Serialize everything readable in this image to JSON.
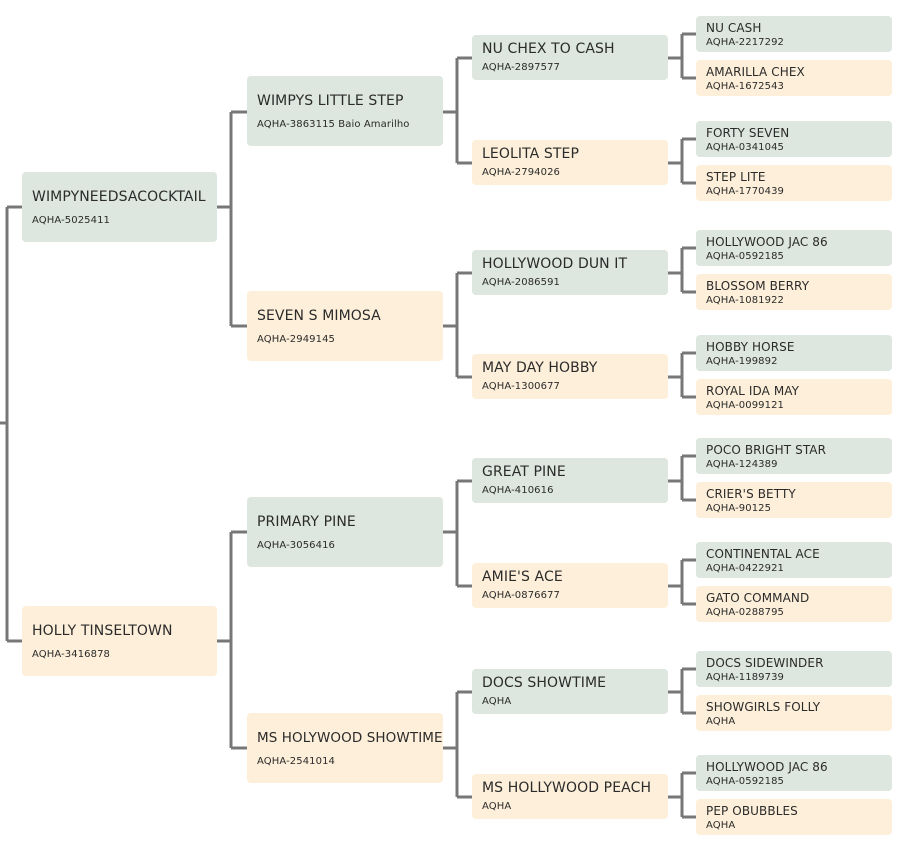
{
  "colors": {
    "sire_box": "#dde6df",
    "dam_box": "#fdefd9",
    "connector": "#777777",
    "text": "#2b2b2b"
  },
  "pedigree": {
    "sire": {
      "name": "WIMPYNEEDSACOCKTAIL",
      "reg": "AQHA-5025411"
    },
    "dam": {
      "name": "HOLLY TINSELTOWN",
      "reg": "AQHA-3416878"
    },
    "grandparents": [
      {
        "name": "WIMPYS LITTLE STEP",
        "reg": "AQHA-3863115 Baio Amarilho"
      },
      {
        "name": "SEVEN S MIMOSA",
        "reg": "AQHA-2949145"
      },
      {
        "name": "PRIMARY PINE",
        "reg": "AQHA-3056416"
      },
      {
        "name": "MS HOLYWOOD SHOWTIME",
        "reg": "AQHA-2541014"
      }
    ],
    "great_grandparents": [
      {
        "name": "NU CHEX TO CASH",
        "reg": "AQHA-2897577"
      },
      {
        "name": "LEOLITA STEP",
        "reg": "AQHA-2794026"
      },
      {
        "name": "HOLLYWOOD DUN IT",
        "reg": "AQHA-2086591"
      },
      {
        "name": "MAY DAY HOBBY",
        "reg": "AQHA-1300677"
      },
      {
        "name": "GREAT PINE",
        "reg": "AQHA-410616"
      },
      {
        "name": "AMIE'S ACE",
        "reg": "AQHA-0876677"
      },
      {
        "name": "DOCS SHOWTIME",
        "reg": "AQHA"
      },
      {
        "name": "MS HOLLYWOOD PEACH",
        "reg": "AQHA"
      }
    ],
    "great_great_grandparents": [
      {
        "name": "NU CASH",
        "reg": "AQHA-2217292"
      },
      {
        "name": "AMARILLA CHEX",
        "reg": "AQHA-1672543"
      },
      {
        "name": "FORTY SEVEN",
        "reg": "AQHA-0341045"
      },
      {
        "name": "STEP LITE",
        "reg": "AQHA-1770439"
      },
      {
        "name": "HOLLYWOOD JAC 86",
        "reg": "AQHA-0592185"
      },
      {
        "name": "BLOSSOM BERRY",
        "reg": "AQHA-1081922"
      },
      {
        "name": "HOBBY HORSE",
        "reg": "AQHA-199892"
      },
      {
        "name": "ROYAL IDA MAY",
        "reg": "AQHA-0099121"
      },
      {
        "name": "POCO BRIGHT STAR",
        "reg": "AQHA-124389"
      },
      {
        "name": "CRIER'S BETTY",
        "reg": "AQHA-90125"
      },
      {
        "name": "CONTINENTAL ACE",
        "reg": "AQHA-0422921"
      },
      {
        "name": "GATO COMMAND",
        "reg": "AQHA-0288795"
      },
      {
        "name": "DOCS SIDEWINDER",
        "reg": "AQHA-1189739"
      },
      {
        "name": "SHOWGIRLS FOLLY",
        "reg": "AQHA"
      },
      {
        "name": "HOLLYWOOD JAC 86",
        "reg": "AQHA-0592185"
      },
      {
        "name": "PEP OBUBBLES",
        "reg": "AQHA"
      }
    ]
  }
}
